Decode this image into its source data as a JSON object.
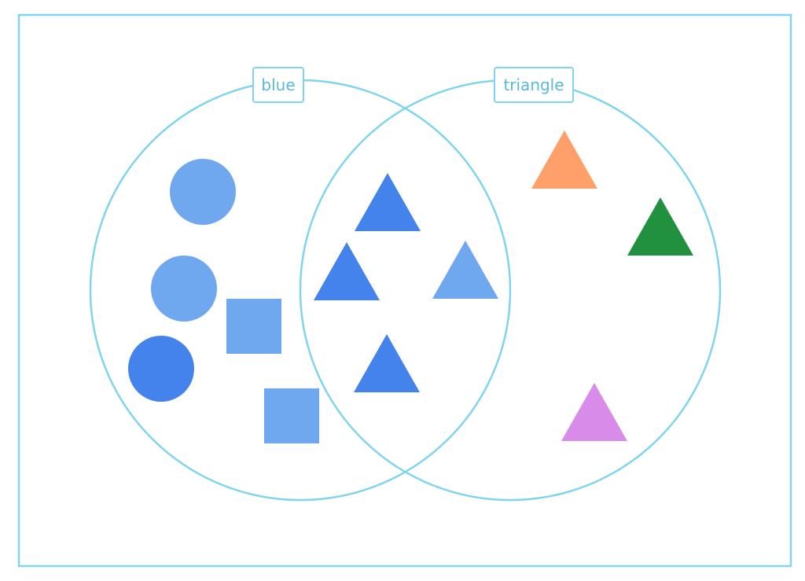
{
  "sets": [
    {
      "label": "blue",
      "stroke": "#7fd4ee"
    },
    {
      "label": "triangle",
      "stroke": "#7fd4ee"
    }
  ],
  "colors": {
    "frame": "#7fd4ee",
    "light_blue": "#6fa8ee",
    "blue": "#4483ec",
    "orange": "#ff9f6a",
    "green": "#22913f",
    "violet": "#d98be9"
  },
  "items": [
    {
      "shape": "circle",
      "color": "light_blue",
      "region": "blue-only"
    },
    {
      "shape": "circle",
      "color": "light_blue",
      "region": "blue-only"
    },
    {
      "shape": "circle",
      "color": "blue",
      "region": "blue-only"
    },
    {
      "shape": "square",
      "color": "light_blue",
      "region": "blue-only"
    },
    {
      "shape": "square",
      "color": "light_blue",
      "region": "blue-only"
    },
    {
      "shape": "triangle",
      "color": "blue",
      "region": "both"
    },
    {
      "shape": "triangle",
      "color": "blue",
      "region": "both"
    },
    {
      "shape": "triangle",
      "color": "light_blue",
      "region": "both"
    },
    {
      "shape": "triangle",
      "color": "blue",
      "region": "both"
    },
    {
      "shape": "triangle",
      "color": "orange",
      "region": "triangle-only"
    },
    {
      "shape": "triangle",
      "color": "green",
      "region": "triangle-only"
    },
    {
      "shape": "triangle",
      "color": "violet",
      "region": "triangle-only"
    }
  ]
}
